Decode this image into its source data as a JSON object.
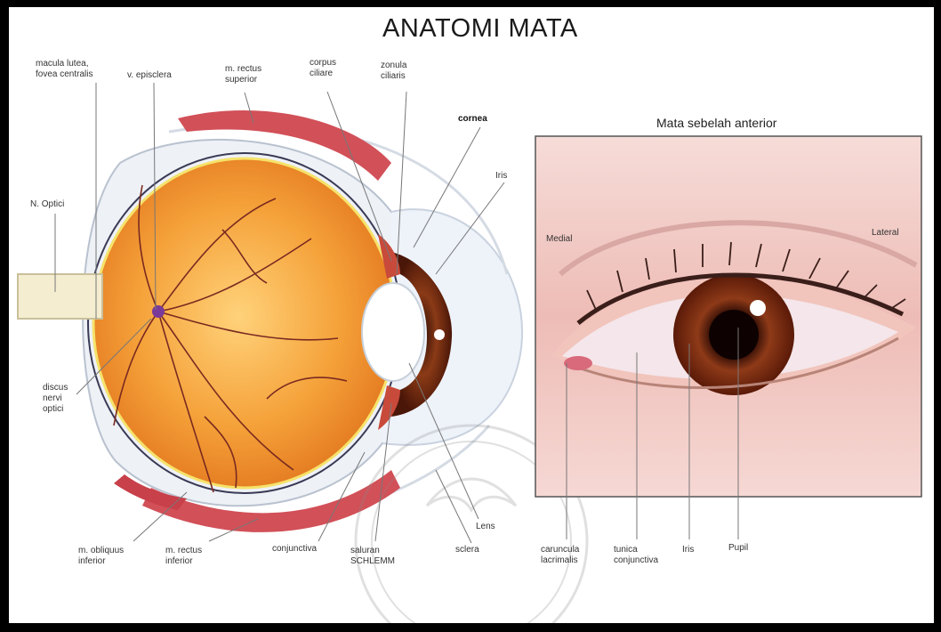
{
  "title": "ANATOMI MATA",
  "anterior_panel": {
    "title": "Mata sebelah anterior",
    "medial": "Medial",
    "lateral": "Lateral"
  },
  "labels": {
    "macula": "macula lutea,\nfovea centralis",
    "episclera": "v. episclera",
    "rectus_superior": "m. rectus\nsuperior",
    "corpus_ciliare": "corpus\nciliare",
    "zonula_ciliaris": "zonula\nciliaris",
    "cornea": "cornea",
    "iris": "Iris",
    "n_optici": "N. Optici",
    "discus": "discus\nnervi\noptici",
    "lens": "Lens",
    "obliquus_inferior": "m. obliquus\ninferior",
    "rectus_inferior": "m. rectus\ninferior",
    "conjunctiva": "conjunctiva",
    "schlemm": "saluran\nSCHLEMM",
    "sclera": "sclera",
    "caruncula": "caruncula\nlacrimalis",
    "tunica": "tunica\nconjunctiva",
    "iris_ant": "Iris",
    "pupil": "Pupil"
  },
  "colors": {
    "retina": "#f08a1e",
    "muscle": "#d0505a",
    "iris_brown": "#7a2a12",
    "skin": "#f3d2cf"
  }
}
